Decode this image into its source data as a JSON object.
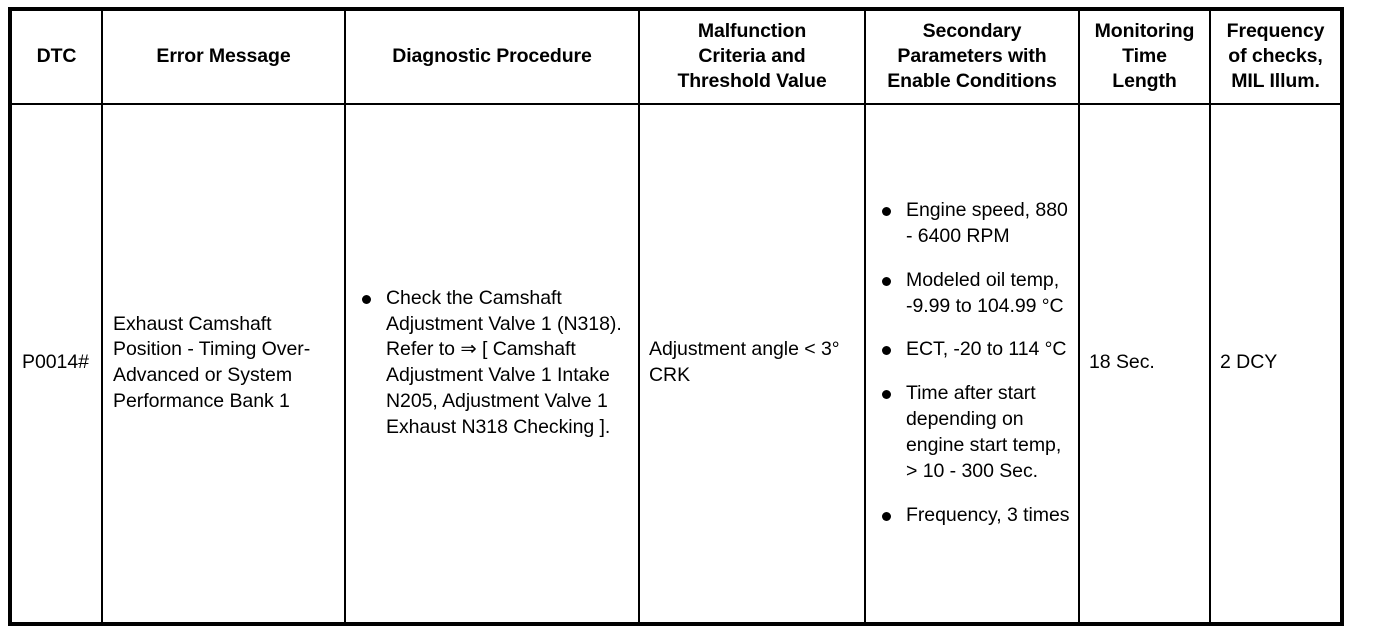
{
  "table": {
    "headers": [
      {
        "id": "dtc",
        "label": "DTC"
      },
      {
        "id": "error_message",
        "label": "Error Message"
      },
      {
        "id": "diagnostic_procedure",
        "label": "Diagnostic Procedure"
      },
      {
        "id": "malfunction_criteria",
        "label": "Malfunction\nCriteria and\nThreshold Value"
      },
      {
        "id": "secondary_parameters",
        "label": "Secondary\nParameters with\nEnable Conditions"
      },
      {
        "id": "monitoring_time",
        "label": "Monitoring\nTime\nLength"
      },
      {
        "id": "frequency",
        "label": "Frequency\nof checks,\nMIL Illum."
      }
    ],
    "rows": [
      {
        "dtc": "P0014#",
        "error_message": "Exhaust Camshaft Position - Timing Over-Advanced or System Performance Bank 1",
        "diagnostic_procedure": [
          "Check the Camshaft Adjustment Valve 1 (N318). Refer to ⇒ [ Camshaft Adjustment Valve 1 Intake N205, Adjustment Valve 1 Exhaust N318 Checking ]."
        ],
        "malfunction_criteria": "Adjustment angle < 3° CRK",
        "secondary_parameters": [
          "Engine speed, 880 - 6400 RPM",
          "Modeled oil temp, -9.99 to 104.99 °C",
          "ECT, -20 to 114 °C",
          "Time after start depending on engine start temp, > 10 - 300 Sec.",
          "Frequency, 3 times"
        ],
        "monitoring_time": "18 Sec.",
        "frequency": "2 DCY"
      }
    ]
  },
  "colors": {
    "border": "#000000",
    "text": "#000000",
    "background": "#ffffff"
  }
}
